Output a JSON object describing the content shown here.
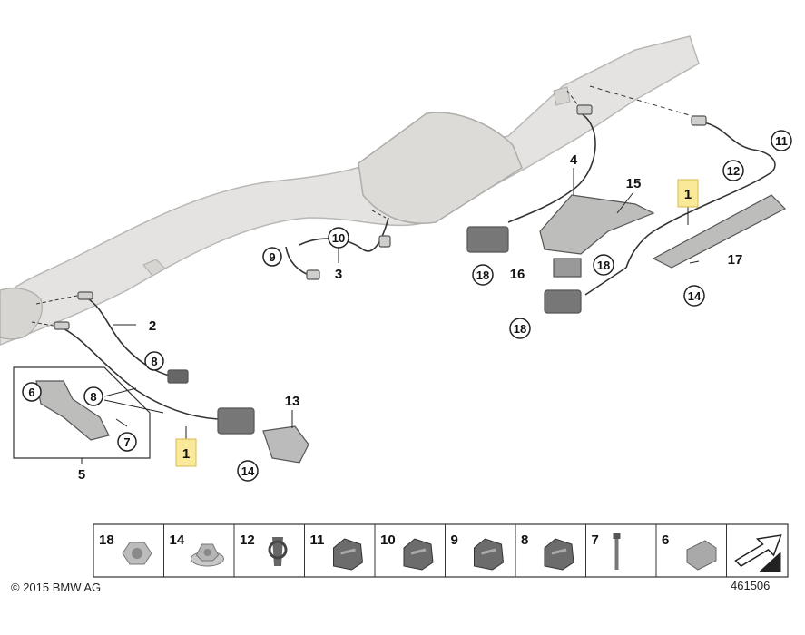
{
  "callouts": {
    "c1a": "1",
    "c1b": "1",
    "c2": "2",
    "c3": "3",
    "c4": "4",
    "c5": "5",
    "c6": "6",
    "c7": "7",
    "c8a": "8",
    "c8b": "8",
    "c9": "9",
    "c10": "10",
    "c11": "11",
    "c12": "12",
    "c13": "13",
    "c14a": "14",
    "c14b": "14",
    "c15": "15",
    "c16": "16",
    "c17": "17",
    "c18a": "18",
    "c18b": "18"
  },
  "legend": {
    "items": [
      {
        "num": "18",
        "part": "hex-nut-icon"
      },
      {
        "num": "14",
        "part": "flange-nut-icon"
      },
      {
        "num": "12",
        "part": "clip-icon"
      },
      {
        "num": "11",
        "part": "cable-holder-icon"
      },
      {
        "num": "10",
        "part": "cable-holder-icon"
      },
      {
        "num": "9",
        "part": "cable-holder-icon"
      },
      {
        "num": "8",
        "part": "cable-holder-icon"
      },
      {
        "num": "7",
        "part": "screw-icon"
      },
      {
        "num": "6",
        "part": "clamp-icon"
      }
    ]
  },
  "footer": {
    "copyright": "© 2015 BMW AG",
    "diagram_number": "461506"
  },
  "colors": {
    "exhaust_fill": "#e4e3e1",
    "exhaust_stroke": "#b9b8b5",
    "highlight": "#fbe99a",
    "line": "#222222"
  }
}
